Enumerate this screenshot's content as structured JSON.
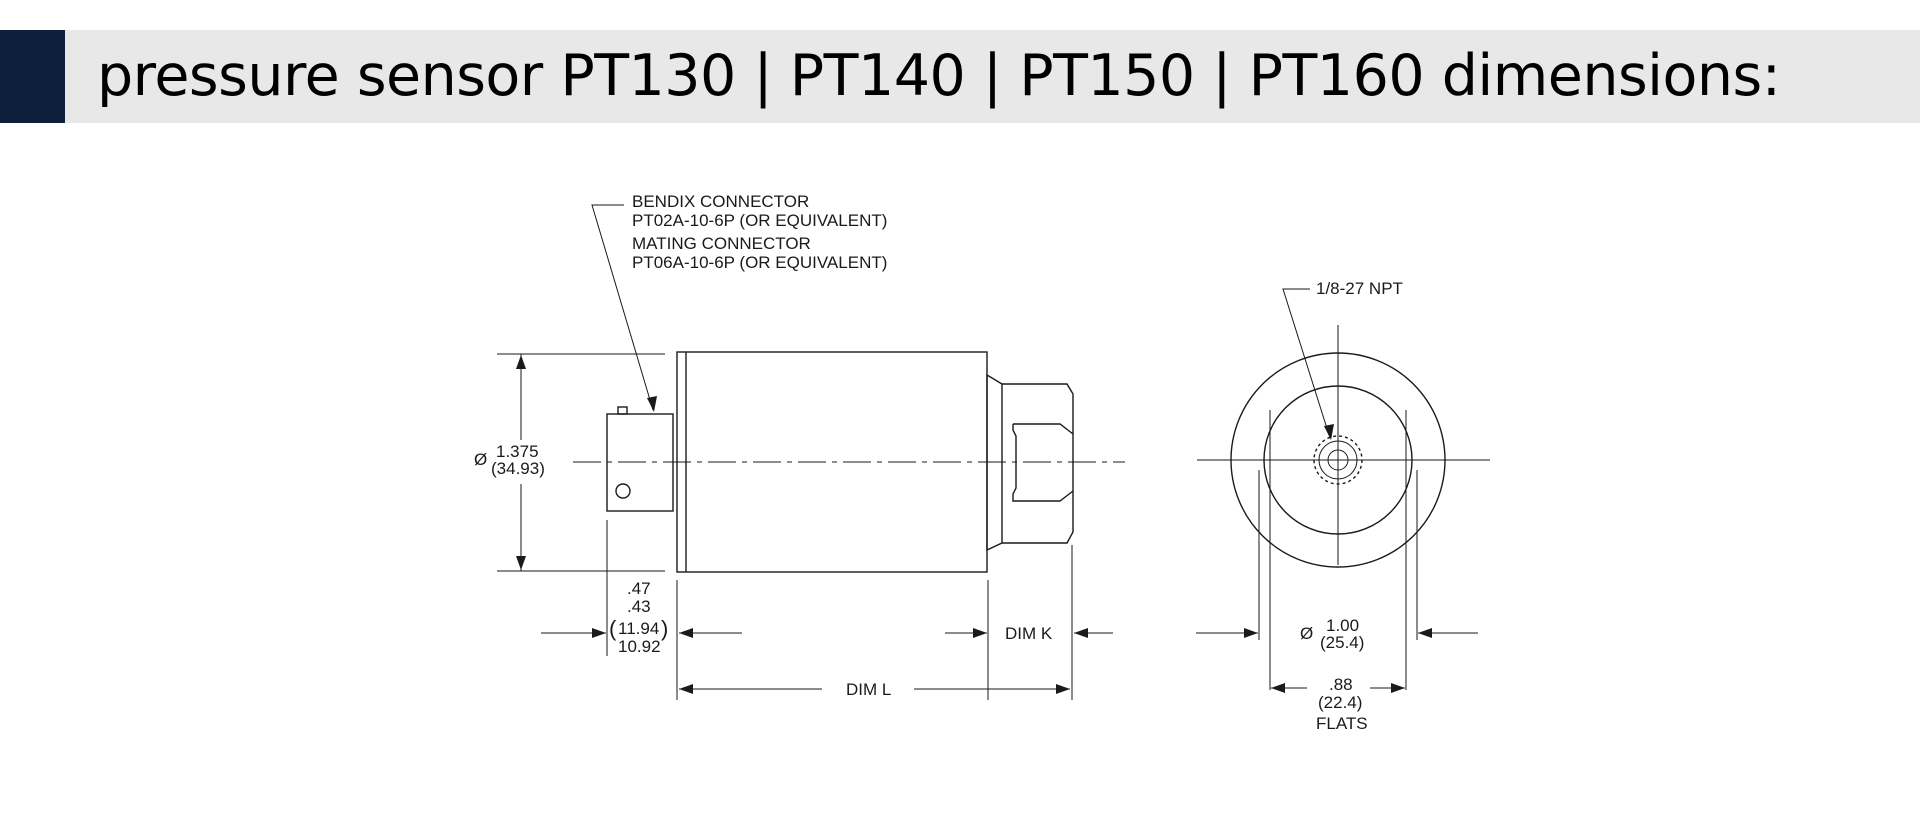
{
  "header": {
    "title": "pressure sensor PT130 | PT140 | PT150 | PT160 dimensions:",
    "accent_color": "#0d1f3c",
    "bar_color": "#e8e8e8"
  },
  "drawing": {
    "connector_note": {
      "line1": "BENDIX CONNECTOR",
      "line2": "PT02A-10-6P (OR EQUIVALENT)",
      "line3": "MATING CONNECTOR",
      "line4": "PT06A-10-6P (OR EQUIVALENT)"
    },
    "thread_note": "1/8-27  NPT",
    "body_diameter": {
      "symbol": "Ø",
      "inch": "1.375",
      "mm": "(34.93)"
    },
    "connector_length": {
      "inch_max": ".47",
      "inch_min": ".43",
      "mm_max": "11.94",
      "mm_min": "10.92",
      "paren_open": "(",
      "paren_close": ")"
    },
    "dim_k": "DIM K",
    "dim_l": "DIM L",
    "port_diameter": {
      "symbol": "Ø",
      "inch": "1.00",
      "mm": "(25.4)"
    },
    "flats": {
      "inch": ".88",
      "mm": "(22.4)",
      "label": "FLATS"
    }
  }
}
